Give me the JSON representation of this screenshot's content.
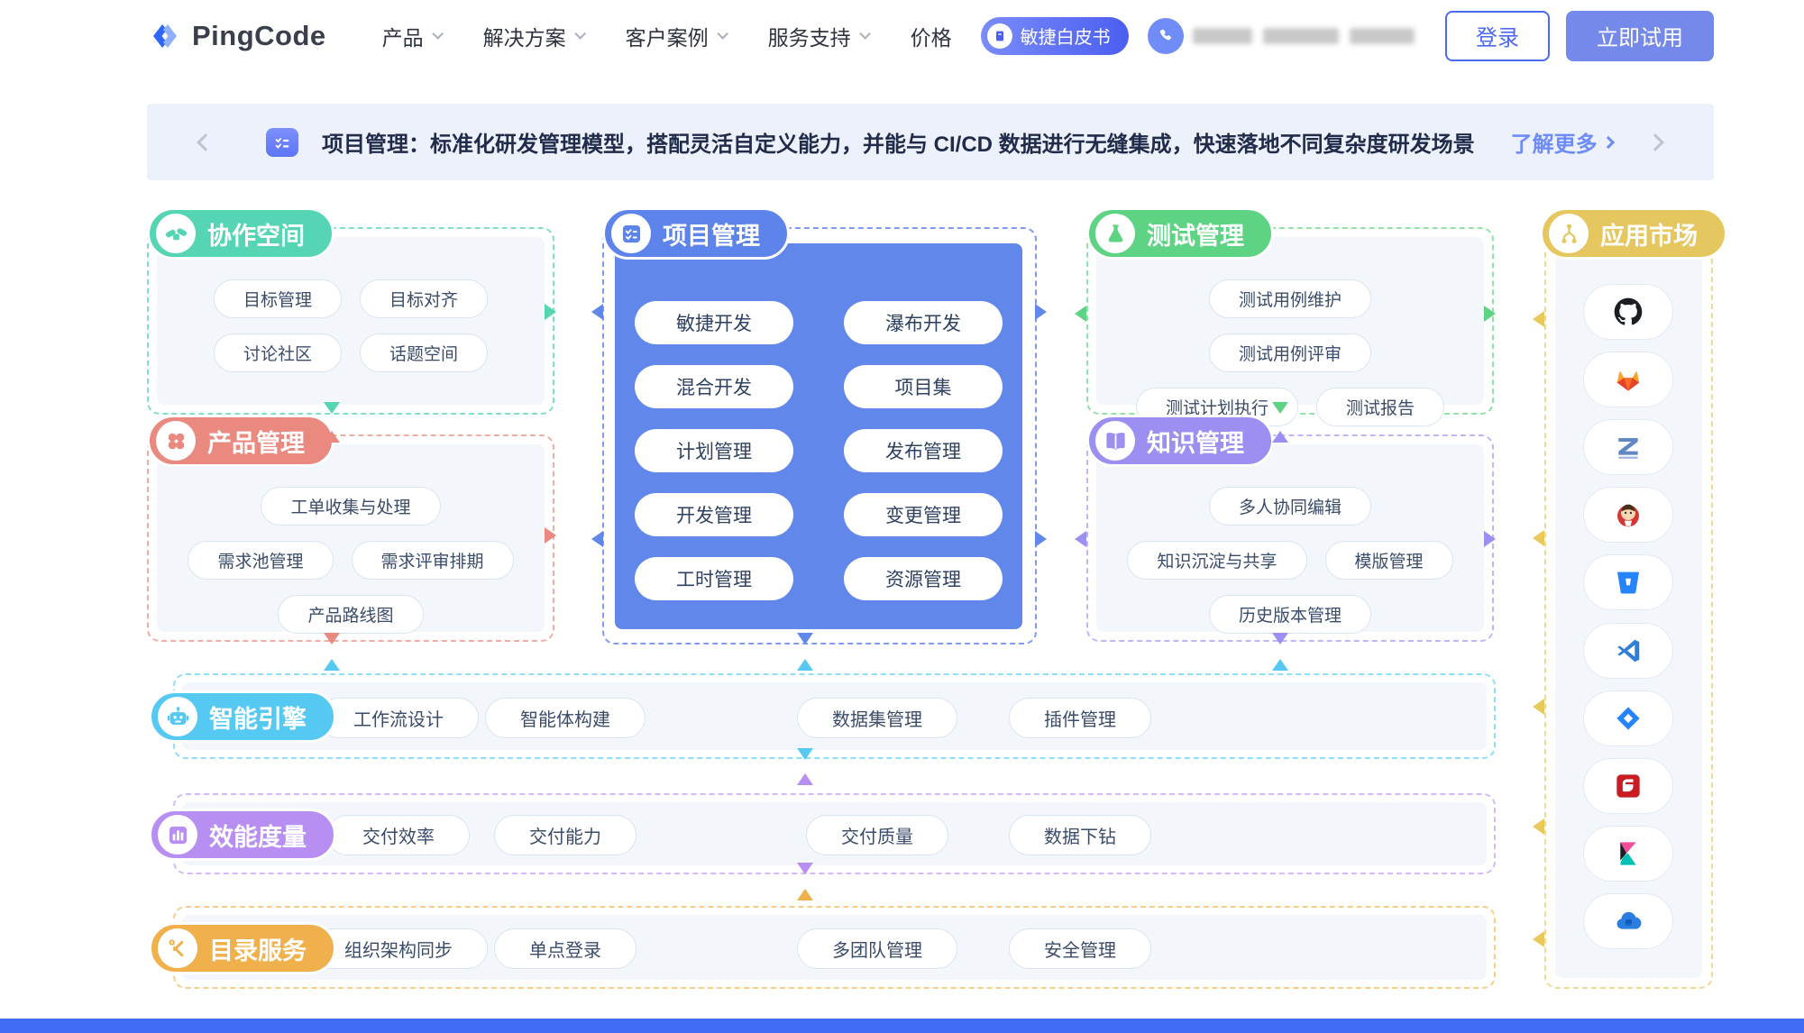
{
  "nav": {
    "logo": "PingCode",
    "items": [
      {
        "label": "产品"
      },
      {
        "label": "解决方案"
      },
      {
        "label": "客户案例"
      },
      {
        "label": "服务支持"
      },
      {
        "label": "价格"
      }
    ],
    "whitepaper_badge": "敏捷白皮书",
    "login_label": "登录",
    "try_label": "立即试用"
  },
  "banner": {
    "text": "项目管理：标准化研发管理模型，搭配灵活自定义能力，并能与 CI/CD 数据进行无缝集成，快速落地不同复杂度研发场景",
    "link": "了解更多"
  },
  "sections": {
    "collab": {
      "title": "协作空间",
      "items": [
        "目标管理",
        "目标对齐",
        "讨论社区",
        "话题空间"
      ]
    },
    "product": {
      "title": "产品管理",
      "items": [
        "工单收集与处理",
        "需求池管理",
        "需求评审排期",
        "产品路线图"
      ]
    },
    "project": {
      "title": "项目管理",
      "items": [
        "敏捷开发",
        "瀑布开发",
        "混合开发",
        "项目集",
        "计划管理",
        "发布管理",
        "开发管理",
        "变更管理",
        "工时管理",
        "资源管理"
      ]
    },
    "test": {
      "title": "测试管理",
      "items": [
        "测试用例维护",
        "测试用例评审",
        "测试计划执行",
        "测试报告"
      ]
    },
    "knowledge": {
      "title": "知识管理",
      "items": [
        "多人协同编辑",
        "知识沉淀与共享",
        "模版管理",
        "历史版本管理"
      ]
    },
    "ai": {
      "title": "智能引擎",
      "items": [
        "工作流设计",
        "智能体构建",
        "数据集管理",
        "插件管理"
      ]
    },
    "perf": {
      "title": "效能度量",
      "items": [
        "交付效率",
        "交付能力",
        "交付质量",
        "数据下钻"
      ]
    },
    "dir": {
      "title": "目录服务",
      "items": [
        "组织架构同步",
        "单点登录",
        "多团队管理",
        "安全管理"
      ]
    },
    "market": {
      "title": "应用市场",
      "apps": [
        "github",
        "gitlab",
        "zentao",
        "jenkins",
        "bitbucket",
        "vscode",
        "jira",
        "gitee",
        "kibana",
        "cloud-drive"
      ]
    }
  },
  "colors": {
    "accent_blue": "#4a6af0",
    "try_button": "#7589ea",
    "banner_bg": "#edf1fb",
    "collab": "#56d5b5",
    "product": "#e9897f",
    "project": "#6287ea",
    "test": "#5ed383",
    "knowledge": "#9b8ff2",
    "ai": "#55c9f2",
    "perf": "#b78ff2",
    "dir": "#f0b14c",
    "market": "#e6c75f"
  }
}
